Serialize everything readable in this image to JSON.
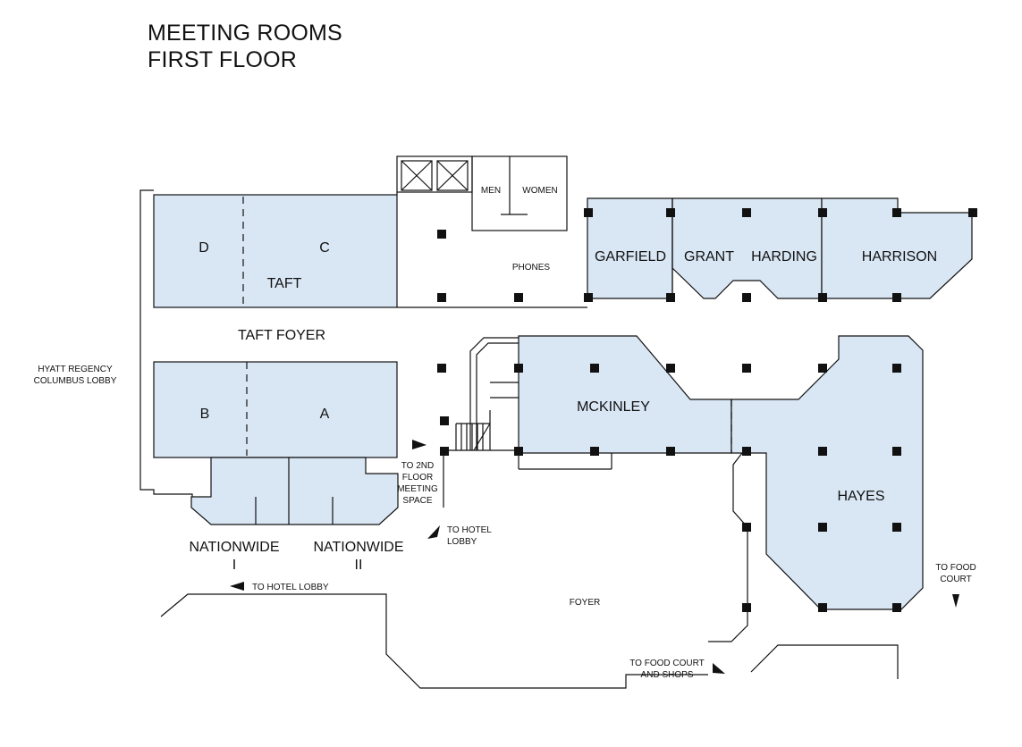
{
  "title": {
    "line1": "MEETING ROOMS",
    "line2": "FIRST FLOOR"
  },
  "rooms": {
    "taft": "TAFT",
    "taft_d": "D",
    "taft_c": "C",
    "taft_b": "B",
    "taft_a": "A",
    "taft_foyer": "TAFT FOYER",
    "nationwide_1_name": "NATIONWIDE",
    "nationwide_1_num": "I",
    "nationwide_2_name": "NATIONWIDE",
    "nationwide_2_num": "II",
    "garfield": "GARFIELD",
    "grant": "GRANT",
    "harding": "HARDING",
    "harrison": "HARRISON",
    "mckinley": "MCKINLEY",
    "hayes": "HAYES"
  },
  "facilities": {
    "men": "MEN",
    "women": "WOMEN",
    "phones": "PHONES",
    "foyer": "FOYER"
  },
  "directions": {
    "lobby_1": "HYATT REGENCY",
    "lobby_2": "COLUMBUS LOBBY",
    "second_floor_1": "TO 2ND",
    "second_floor_2": "FLOOR",
    "second_floor_3": "MEETING",
    "second_floor_4": "SPACE",
    "hotel_lobby_a_1": "TO HOTEL",
    "hotel_lobby_a_2": "LOBBY",
    "hotel_lobby_b": "TO HOTEL LOBBY",
    "food_court_1": "TO FOOD",
    "food_court_2": "COURT",
    "food_court_shops_1": "TO FOOD COURT",
    "food_court_shops_2": "AND SHOPS"
  },
  "colors": {
    "room_fill": "#d9e7f5",
    "line": "#111111"
  }
}
